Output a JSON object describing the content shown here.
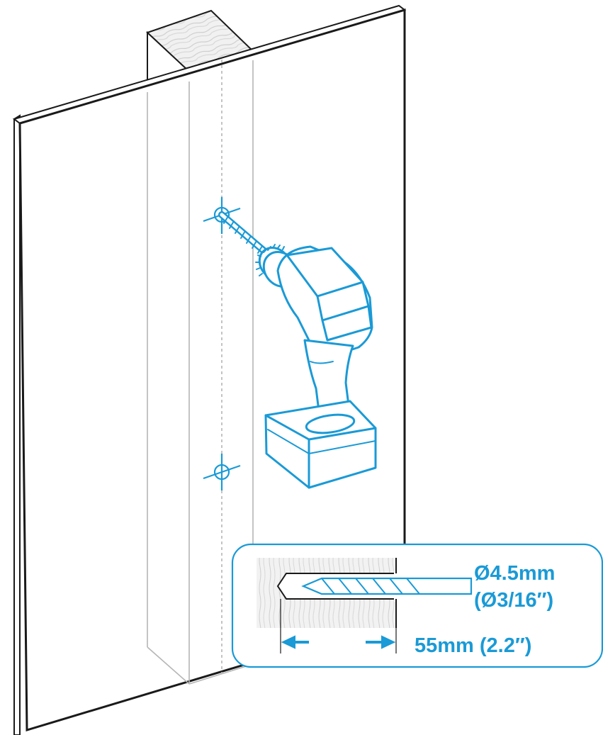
{
  "callout": {
    "hole_diameter_metric": "Ø4.5mm",
    "hole_diameter_imperial": "(Ø3/16″)",
    "hole_depth": "55mm (2.2″)"
  },
  "colors": {
    "outline": "#1a1a1a",
    "accent": "#1a9ad6",
    "hidden_line": "#b5b5b5",
    "wood_fill": "#eeeeee",
    "panel_fill": "#ffffff"
  },
  "icons": [
    "drill-icon",
    "drill-bit-icon",
    "crosshair-icon",
    "arrow-left-icon",
    "arrow-right-icon"
  ]
}
